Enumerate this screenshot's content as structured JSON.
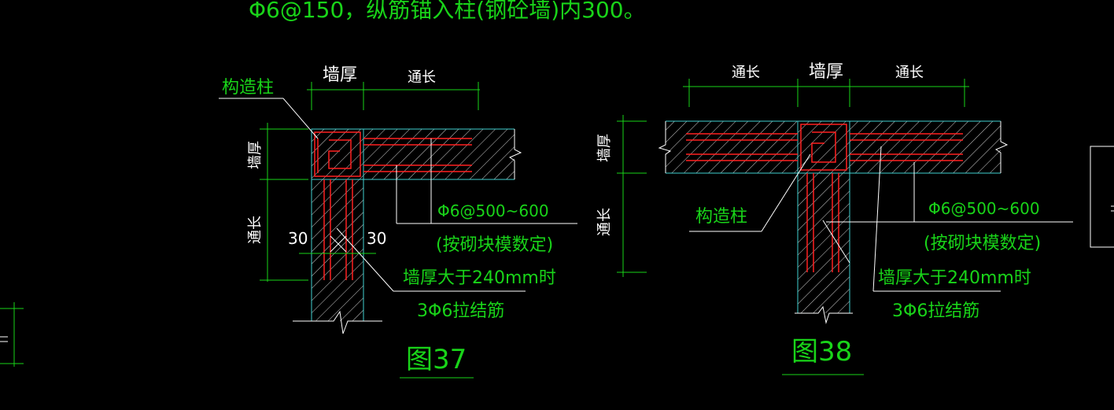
{
  "header_note": "Φ6@150，纵筋锚入柱(钢砼墙)内300。",
  "fig37": {
    "label_column": "构造柱",
    "dim_wall_thickness_top": "墙厚",
    "dim_through_top": "通长",
    "dim_wall_thickness_side": "墙厚",
    "dim_through_side": "通长",
    "dim_30_left": "30",
    "dim_30_right": "30",
    "note_rebar": "Φ6@500~600",
    "note_block": "(按砌块模数定)",
    "note_thick": "墙厚大于240mm时",
    "note_tie": "3Φ6拉结筋",
    "caption": "图37"
  },
  "fig38": {
    "dim_through_left": "通长",
    "dim_wall_thickness_top": "墙厚",
    "dim_through_right": "通长",
    "dim_wall_thickness_side": "墙厚",
    "dim_through_side": "通长",
    "label_column": "构造柱",
    "note_rebar": "Φ6@500~600",
    "note_block": "(按砌块模数定)",
    "note_thick": "墙厚大于240mm时",
    "note_tie": "3Φ6拉结筋",
    "caption": "图38"
  },
  "colors": {
    "background": "#000000",
    "text_green": "#19d419",
    "text_white": "#ffffff",
    "wall_cyan": "#3fcfcf",
    "rebar_red": "#ff2020",
    "hatch_white": "#d8d8d8"
  }
}
